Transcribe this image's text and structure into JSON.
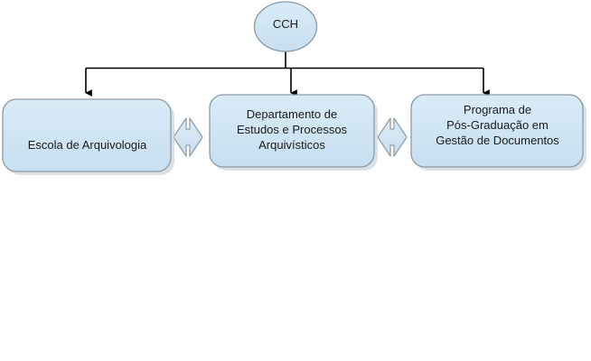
{
  "diagram": {
    "type": "organizational-hierarchy",
    "orientation": "top-down",
    "background_color": "#ffffff",
    "node_fill_color": "#cfe4f2",
    "node_border_color": "#8a9aa8",
    "connector_color": "#000000",
    "text_color": "#1a1a1a",
    "root": {
      "id": "cch",
      "shape": "ellipse",
      "label": "CCH"
    },
    "boxes": [
      {
        "id": "escola-de-arquivologia",
        "shape": "rounded-rectangle",
        "label": "Escola de Arquivologia"
      },
      {
        "id": "departamento-de-estudos-e-processos-arquivisticos",
        "shape": "rounded-rectangle",
        "label": "Departamento de\nEstudos e Processos\nArquivísticos"
      },
      {
        "id": "programa-de-pos-graduacao-em-gestao-de-documentos",
        "shape": "rounded-rectangle",
        "label": "Programa de\nPós-Graduação em\nGestão de Documentos"
      }
    ],
    "hierarchy_connectors": [
      {
        "from": "cch",
        "to": "escola-de-arquivologia",
        "style": "elbow-arrow",
        "arrowhead": "filled-triangle"
      },
      {
        "from": "cch",
        "to": "departamento-de-estudos-e-processos-arquivisticos",
        "style": "straight-arrow",
        "arrowhead": "filled-triangle"
      },
      {
        "from": "cch",
        "to": "programa-de-pos-graduacao-em-gestao-de-documentos",
        "style": "elbow-arrow",
        "arrowhead": "filled-triangle"
      }
    ],
    "peer_connectors": [
      {
        "id": "connector-escola-departamento",
        "from": "escola-de-arquivologia",
        "to": "departamento-de-estudos-e-processos-arquivisticos",
        "shape": "double-headed-block-arrow",
        "direction": "bidirectional"
      },
      {
        "id": "connector-departamento-programa",
        "from": "departamento-de-estudos-e-processos-arquivisticos",
        "to": "programa-de-pos-graduacao-em-gestao-de-documentos",
        "shape": "double-headed-block-arrow",
        "direction": "bidirectional"
      }
    ]
  }
}
